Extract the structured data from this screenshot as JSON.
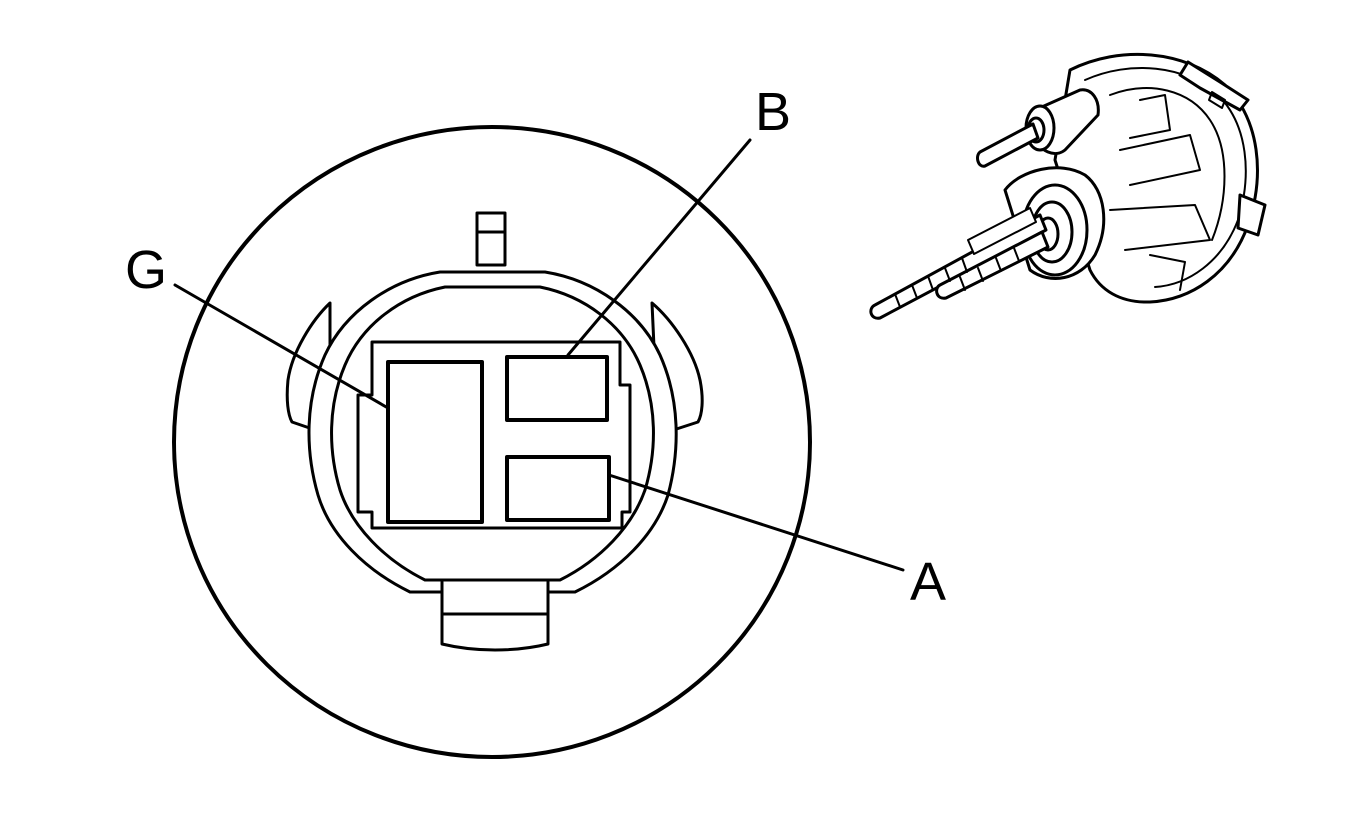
{
  "diagram": {
    "type": "connector-end-view",
    "labels": {
      "terminal_b": "B",
      "terminal_g": "G",
      "terminal_a": "A"
    },
    "colors": {
      "line": "#000000",
      "background": "#ffffff"
    }
  }
}
